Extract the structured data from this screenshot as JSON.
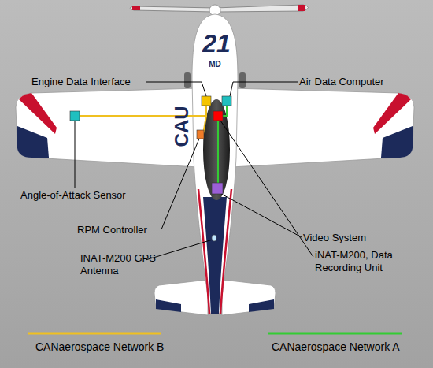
{
  "diagram": {
    "labels": [
      "Engine Data Interface",
      "Air Data Computer",
      "Angle-of-Attack Sensor",
      "iNAT-M200, Data Recording Unit",
      "RPM Controller",
      "Video System",
      "INAT-M200 GPS Antenna",
      "21",
      "MD",
      "CAU"
    ],
    "legend": [
      {
        "text": "CANaerospace Network B"
      },
      {
        "text": "CANaerospace Network A"
      }
    ]
  }
}
